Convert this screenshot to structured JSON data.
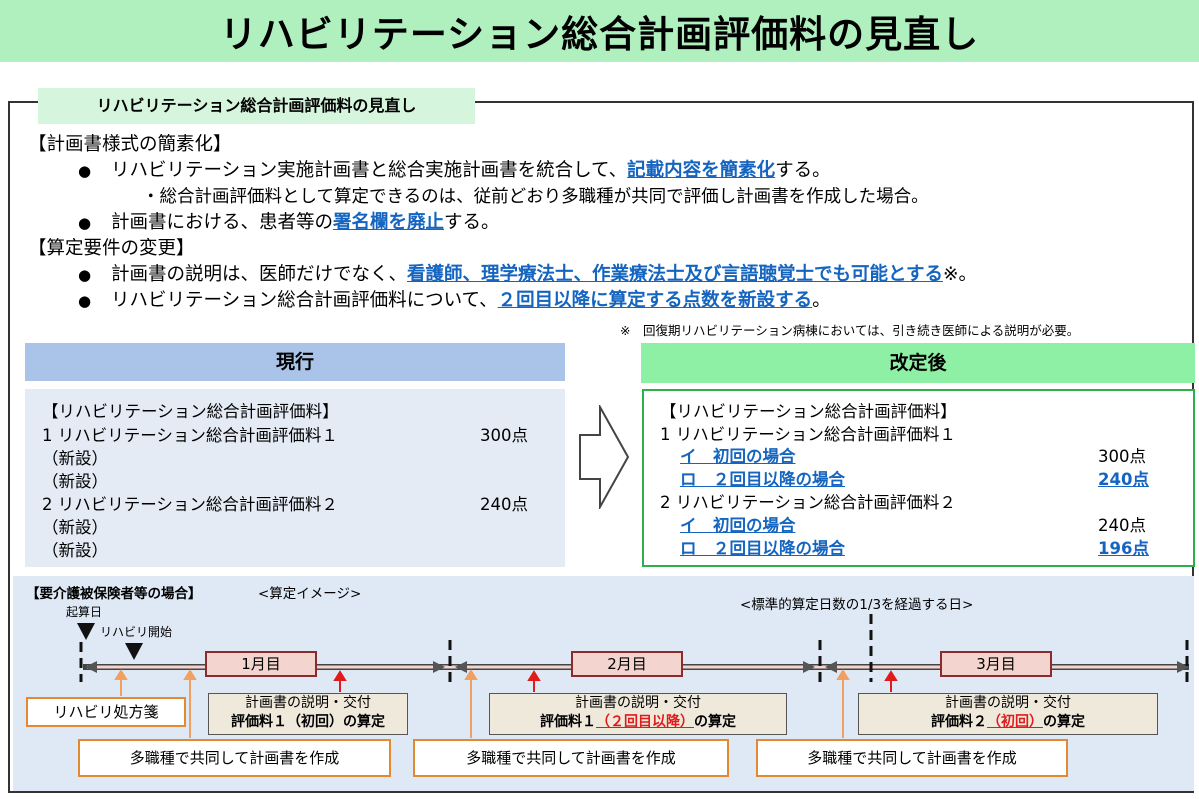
{
  "title": "リハビリテーション総合計画評価料の見直し",
  "section_tab": "リハビリテーション総合計画評価料の見直し",
  "lines": {
    "h1": "【計画書様式の簡素化】",
    "b1_pre": "リハビリテーション実施計画書と総合実施計画書を統合して、",
    "b1_em": "記載内容を簡素化",
    "b1_post": "する。",
    "b1_sub": "・総合計画評価料として算定できるのは、従前どおり多職種が共同で評価し計画書を作成した場合。",
    "b2_pre": "計画書における、患者等の",
    "b2_em": "署名欄を廃止",
    "b2_post": "する。",
    "h2": "【算定要件の変更】",
    "b3_pre": "計画書の説明は、医師だけでなく、",
    "b3_em": "看護師、理学療法士、作業療法士及び言語聴覚士でも可能とする",
    "b3_post": "※。",
    "b4_pre": "リハビリテーション総合計画評価料について、",
    "b4_em": "２回目以降に算定する点数を新設する",
    "b4_post": "。",
    "note": "※　回復期リハビリテーション病棟においては、引き続き医師による説明が必要。",
    "bullet": "●"
  },
  "current": {
    "header": "現行",
    "title": "【リハビリテーション総合計画評価料】",
    "item1": "1 リハビリテーション総合計画評価料１",
    "item1_pts": "300点",
    "new1": "（新設）",
    "new2": "（新設）",
    "item2": "2 リハビリテーション総合計画評価料２",
    "item2_pts": "240点",
    "new3": "（新設）",
    "new4": "（新設）"
  },
  "revised": {
    "header": "改定後",
    "title": "【リハビリテーション総合計画評価料】",
    "item1": "1 リハビリテーション総合計画評価料１",
    "i1a_label": "イ　初回の場合",
    "i1a_pts": "300点",
    "i1b_label": "ロ　２回目以降の場合",
    "i1b_pts": "240点",
    "item2": "2 リハビリテーション総合計画評価料２",
    "i2a_label": "イ　初回の場合",
    "i2a_pts": "240点",
    "i2b_label": "ロ　２回目以降の場合",
    "i2b_pts": "196点"
  },
  "timeline": {
    "heading": "【要介護被保険者等の場合】",
    "image_label": "<算定イメージ>",
    "threshold_label": "<標準的算定日数の1/3を経過する日>",
    "start_label": "起算日",
    "rehab_start": "リハビリ開始",
    "months": [
      "1月目",
      "2月目",
      "3月目"
    ],
    "prescription": "リハビリ処方箋",
    "explain": "計画書の説明・交付",
    "calc1": "評価料１（初回）の算定",
    "calc2_pre": "評価料１",
    "calc2_em": "（２回目以降）",
    "calc2_post": "の算定",
    "calc3_pre": "評価料２",
    "calc3_em": "（初回）",
    "calc3_post": "の算定",
    "collab": "多職種で共同して計画書を作成"
  },
  "colors": {
    "banner": "#aff0be",
    "accent_blue": "#1565c0",
    "accent_red": "#e01b1b",
    "revised_border": "#2db049",
    "current_header": "#a9c4e8",
    "revised_header": "#8ef0a4"
  }
}
